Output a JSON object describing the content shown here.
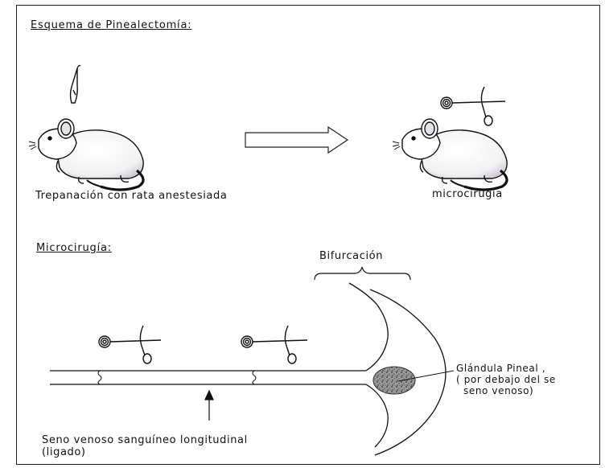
{
  "headings": {
    "scheme": "Esquema de Pinealectomía:",
    "microsurgery": "Microcirugía:"
  },
  "captions": {
    "trepanation": "Trepanación con rata anestesiada",
    "microsurgery": "microcirugía"
  },
  "labels": {
    "bifurcation": "Bifurcación",
    "pineal_line1": "Glándula Pineal ,",
    "pineal_line2": "( por debajo del se",
    "pineal_line3": "seno venoso)",
    "sinus_line1": "Seno venoso sanguíneo longitudinal",
    "sinus_line2": "(ligado)"
  }
}
